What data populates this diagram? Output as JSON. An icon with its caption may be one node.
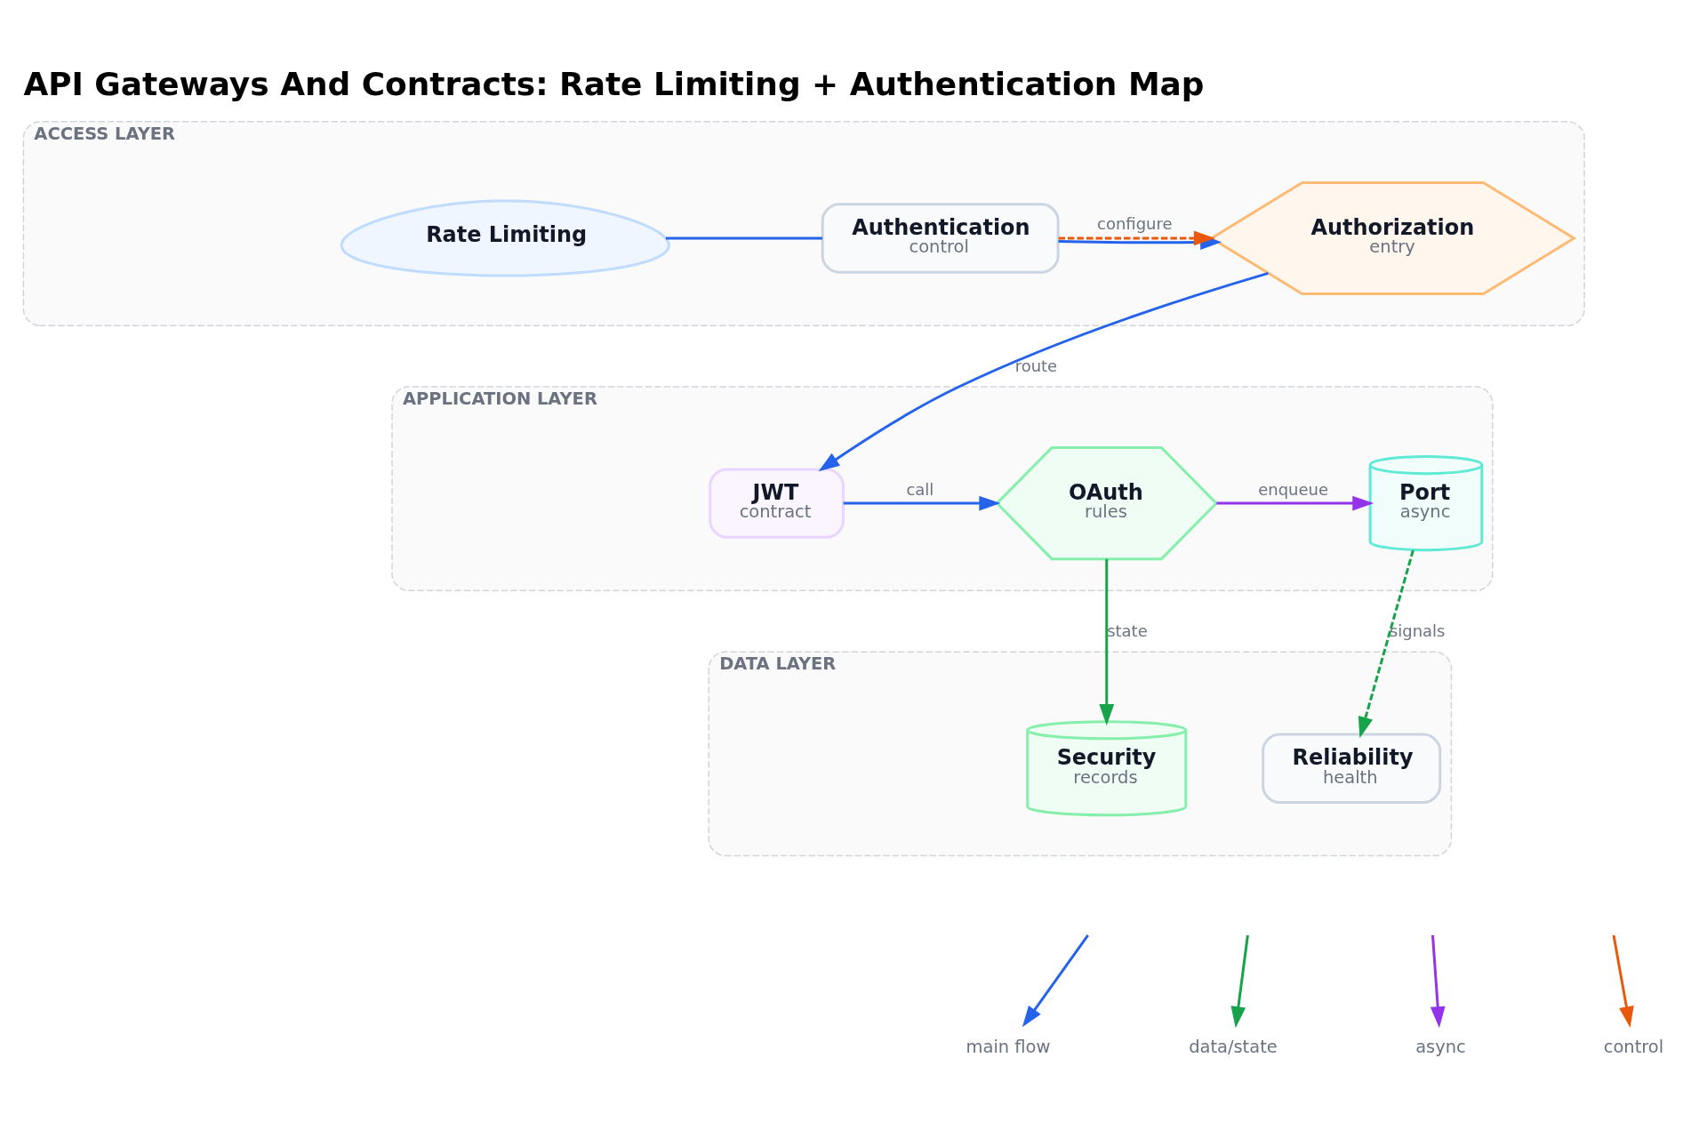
{
  "diagram": {
    "title": "API Gateways And Contracts: Rate Limiting + Authentication Map",
    "nodes": [
      {
        "text": [
          "ACCESS LAYER"
        ]
      },
      {
        "text": [
          "Rate Limiting"
        ],
        "in": 0
      },
      {
        "text": [
          "Authentication",
          "control"
        ],
        "in": 0
      },
      {
        "text": [
          "Authorization",
          "entry"
        ],
        "in": 0
      },
      {
        "text": [
          "APPLICATION LAYER"
        ]
      },
      {
        "text": [
          "JWT",
          "contract"
        ],
        "in": 4
      },
      {
        "text": [
          "OAuth",
          "rules"
        ],
        "in": 4
      },
      {
        "text": [
          "Port",
          "async"
        ],
        "in": 4
      },
      {
        "text": [
          "DATA LAYER"
        ]
      },
      {
        "text": [
          "Security",
          "records"
        ],
        "in": 8
      },
      {
        "text": [
          "Reliability",
          "health"
        ],
        "in": 8
      }
    ],
    "edges": [
      {
        "from": 1,
        "to": 2,
        "arrow": "none"
      },
      {
        "from": 2,
        "to": 3,
        "arrow": "to"
      },
      {
        "from": 2,
        "to": 3,
        "arrow": "to",
        "label": "configure",
        "style": "dashed",
        "color": "#ea580c"
      },
      {
        "from": 3,
        "to": 5,
        "arrow": "to",
        "label": "route"
      },
      {
        "from": 5,
        "to": 6,
        "arrow": "to",
        "label": "call"
      },
      {
        "from": 6,
        "to": 7,
        "arrow": "to",
        "label": "enqueue",
        "color": "#9333ea"
      },
      {
        "from": 6,
        "to": 9,
        "arrow": "to",
        "label": "state",
        "color": "#16a34a"
      },
      {
        "from": 7,
        "to": 10,
        "arrow": "to",
        "label": "signals",
        "style": "dashed",
        "color": "#16a34a"
      }
    ],
    "legend": [
      {
        "text": "main flow",
        "color": "#2563eb"
      },
      {
        "text": "data/state",
        "color": "#16a34a"
      },
      {
        "text": "async",
        "color": "#9333ea"
      },
      {
        "text": "control",
        "color": "#ea580c"
      }
    ]
  }
}
